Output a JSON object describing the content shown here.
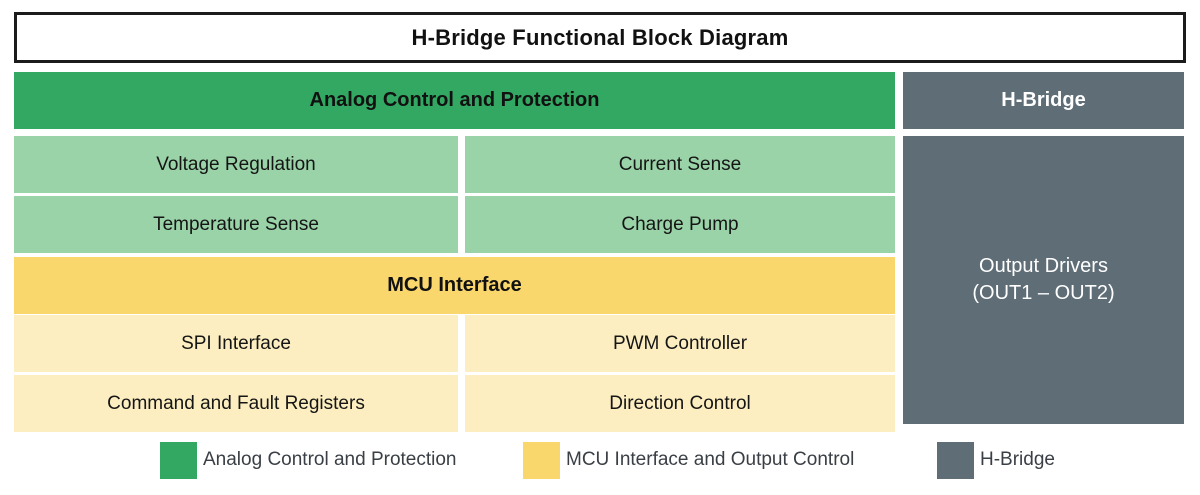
{
  "diagram": {
    "title": "H-Bridge Functional Block Diagram",
    "colors": {
      "analog_header": "#32a862",
      "analog_cell": "#9ad3a8",
      "mcu_header": "#f9d76d",
      "mcu_cell": "#fceec0",
      "hbridge": "#5f6d77",
      "title_border": "#1b1b1b",
      "background": "#ffffff"
    },
    "sections": {
      "analog": {
        "header": "Analog Control and Protection",
        "blocks": [
          "Voltage Regulation",
          "Current Sense",
          "Temperature Sense",
          "Charge Pump"
        ]
      },
      "mcu": {
        "header": "MCU Interface",
        "blocks": [
          "SPI Interface",
          "PWM Controller",
          "Command and Fault Registers",
          "Direction Control"
        ]
      },
      "hbridge": {
        "header": "H-Bridge",
        "body_line_1": "Output Drivers",
        "body_line_2": "(OUT1 – OUT2)"
      }
    },
    "legend": [
      {
        "label": "Analog Control and Protection",
        "color": "#32a862"
      },
      {
        "label": "MCU Interface and Output Control",
        "color": "#f9d76d"
      },
      {
        "label": "H-Bridge",
        "color": "#5f6d77"
      }
    ]
  }
}
